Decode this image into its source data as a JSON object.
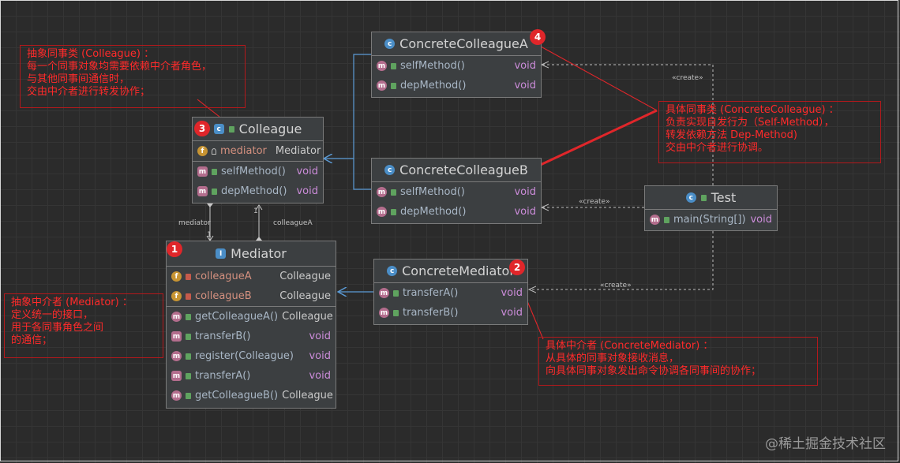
{
  "classes": {
    "concreteColleagueA": {
      "name": "ConcreteColleagueA",
      "badge": "4",
      "methods": [
        {
          "name": "selfMethod()",
          "type": "void"
        },
        {
          "name": "depMethod()",
          "type": "void"
        }
      ]
    },
    "colleague": {
      "name": "Colleague",
      "badge": "3",
      "field": {
        "name": "mediator",
        "type": "Mediator"
      },
      "methods": [
        {
          "name": "selfMethod()",
          "type": "void"
        },
        {
          "name": "depMethod()",
          "type": "void"
        }
      ]
    },
    "concreteColleagueB": {
      "name": "ConcreteColleagueB",
      "methods": [
        {
          "name": "selfMethod()",
          "type": "void"
        },
        {
          "name": "depMethod()",
          "type": "void"
        }
      ]
    },
    "test": {
      "name": "Test",
      "methods": [
        {
          "name": "main(String[])",
          "type": "void"
        }
      ]
    },
    "mediator": {
      "name": "Mediator",
      "badge": "1",
      "fields": [
        {
          "name": "colleagueA",
          "type": "Colleague"
        },
        {
          "name": "colleagueB",
          "type": "Colleague"
        }
      ],
      "methods": [
        {
          "name": "getColleagueA()",
          "type": "Colleague"
        },
        {
          "name": "transferB()",
          "type": "void"
        },
        {
          "name": "register(Colleague)",
          "type": "void"
        },
        {
          "name": "transferA()",
          "type": "void"
        },
        {
          "name": "getColleagueB()",
          "type": "Colleague"
        }
      ]
    },
    "concreteMediator": {
      "name": "ConcreteMediator",
      "badge": "2",
      "methods": [
        {
          "name": "transferA()",
          "type": "void"
        },
        {
          "name": "transferB()",
          "type": "void"
        }
      ]
    }
  },
  "connector_labels": {
    "create": "«create»",
    "mediator": "mediator",
    "colleagueA": "colleagueA",
    "one": "1"
  },
  "notes": {
    "colleague": [
      "抽象同事类 (Colleague) ：",
      "每一个同事对象均需要依赖中介者角色，",
      "与其他同事间通信时，",
      "交由中介者进行转发协作；"
    ],
    "concreteColleague": [
      "具体同事类 (ConcreteColleague) ：",
      "负责实现自发行为（Self-Method），",
      "转发依赖方法 Dep-Method)",
      "交由中介者进行协调。"
    ],
    "mediator": [
      "抽象中介者 (Mediator) ：",
      "定义统一的接口，",
      "用于各同事角色之间",
      "的通信；"
    ],
    "concreteMediator": [
      "具体中介者 (ConcreteMediator) ：",
      "从具体的同事对象接收消息，",
      "向具体同事对象发出命令协调各同事间的协作；"
    ]
  },
  "watermark": "@稀土掘金技术社区",
  "colors": {
    "background": "#2b2b2b",
    "box": "#3c3f41",
    "note_red": "#ff2a2a",
    "arrow_blue": "#5b9bd5",
    "dashed": "#bdbdbd"
  }
}
